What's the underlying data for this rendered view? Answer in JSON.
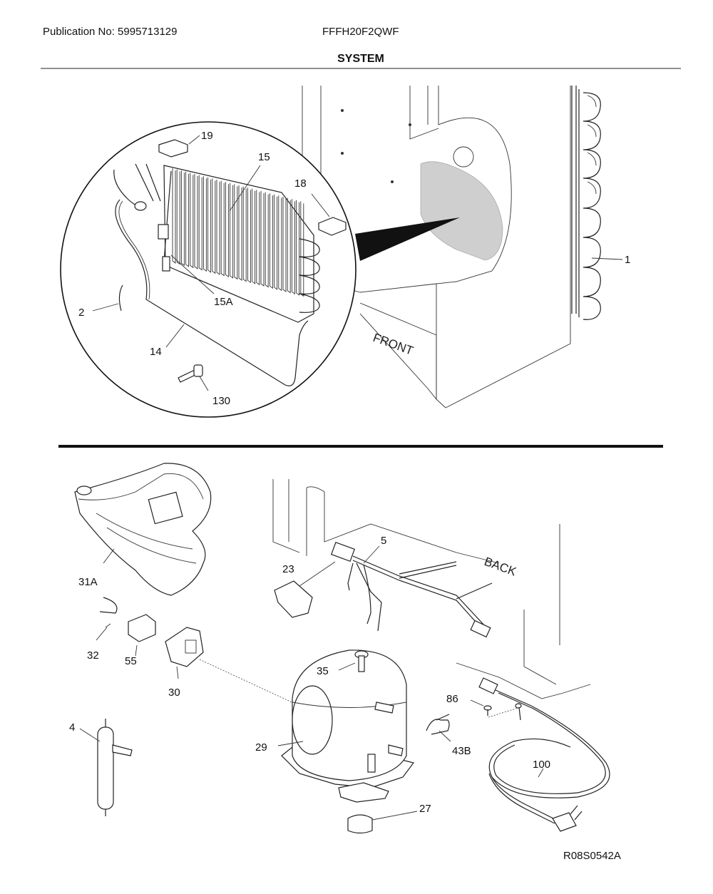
{
  "header": {
    "publication": "Publication No: 5995713129",
    "model": "FFFH20F2QWF",
    "title": "SYSTEM"
  },
  "footer": {
    "drawing_code": "R08S0542A"
  },
  "annotations": {
    "front": "FRONT",
    "back": "BACK"
  },
  "callouts": {
    "p1": "1",
    "p2": "2",
    "p4": "4",
    "p5": "5",
    "p14": "14",
    "p15": "15",
    "p15a": "15A",
    "p18": "18",
    "p19": "19",
    "p23": "23",
    "p27": "27",
    "p29": "29",
    "p30": "30",
    "p31a": "31A",
    "p32": "32",
    "p35": "35",
    "p43b": "43B",
    "p55": "55",
    "p86": "86",
    "p100": "100",
    "p130": "130"
  }
}
